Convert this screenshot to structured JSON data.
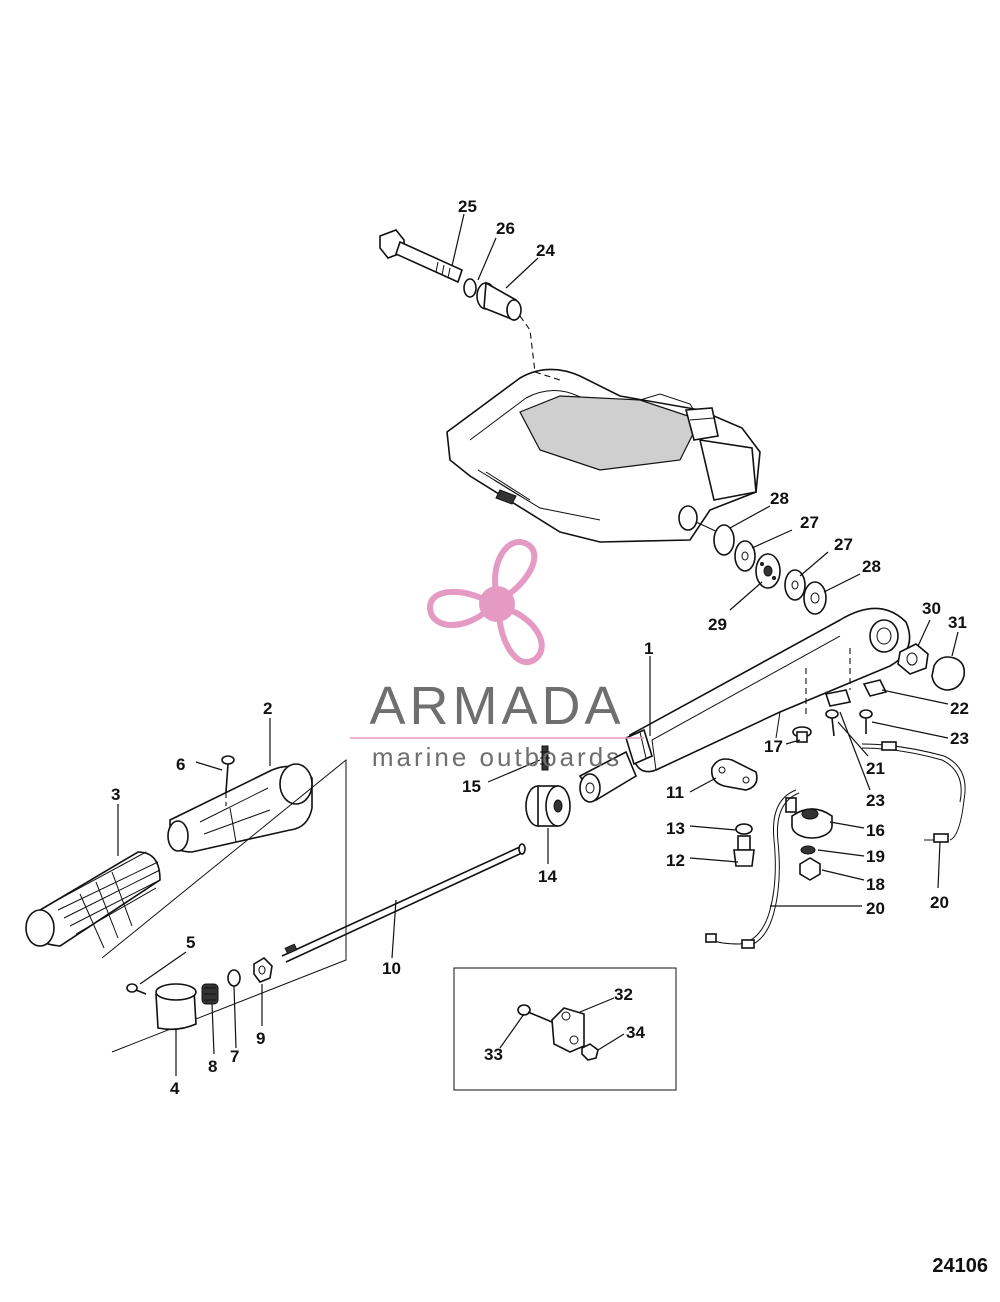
{
  "figure_number": "24106",
  "watermark": {
    "brand": "ARMADA",
    "tagline": "marine outboards",
    "logo_color": "#e59ac4",
    "text_color": "#6f6f6f"
  },
  "callouts": [
    {
      "id": "c1",
      "label": "1"
    },
    {
      "id": "c2",
      "label": "2"
    },
    {
      "id": "c3",
      "label": "3"
    },
    {
      "id": "c4",
      "label": "4"
    },
    {
      "id": "c5",
      "label": "5"
    },
    {
      "id": "c6",
      "label": "6"
    },
    {
      "id": "c7",
      "label": "7"
    },
    {
      "id": "c8",
      "label": "8"
    },
    {
      "id": "c9",
      "label": "9"
    },
    {
      "id": "c10",
      "label": "10"
    },
    {
      "id": "c11",
      "label": "11"
    },
    {
      "id": "c12",
      "label": "12"
    },
    {
      "id": "c13",
      "label": "13"
    },
    {
      "id": "c14",
      "label": "14"
    },
    {
      "id": "c15",
      "label": "15"
    },
    {
      "id": "c16",
      "label": "16"
    },
    {
      "id": "c17",
      "label": "17"
    },
    {
      "id": "c18",
      "label": "18"
    },
    {
      "id": "c19",
      "label": "19"
    },
    {
      "id": "c20a",
      "label": "20"
    },
    {
      "id": "c20b",
      "label": "20"
    },
    {
      "id": "c21",
      "label": "21"
    },
    {
      "id": "c22",
      "label": "22"
    },
    {
      "id": "c23a",
      "label": "23"
    },
    {
      "id": "c23b",
      "label": "23"
    },
    {
      "id": "c24",
      "label": "24"
    },
    {
      "id": "c25",
      "label": "25"
    },
    {
      "id": "c26",
      "label": "26"
    },
    {
      "id": "c27a",
      "label": "27"
    },
    {
      "id": "c27b",
      "label": "27"
    },
    {
      "id": "c28a",
      "label": "28"
    },
    {
      "id": "c28b",
      "label": "28"
    },
    {
      "id": "c29",
      "label": "29"
    },
    {
      "id": "c30",
      "label": "30"
    },
    {
      "id": "c31",
      "label": "31"
    },
    {
      "id": "c32",
      "label": "32"
    },
    {
      "id": "c33",
      "label": "33"
    },
    {
      "id": "c34",
      "label": "34"
    }
  ]
}
